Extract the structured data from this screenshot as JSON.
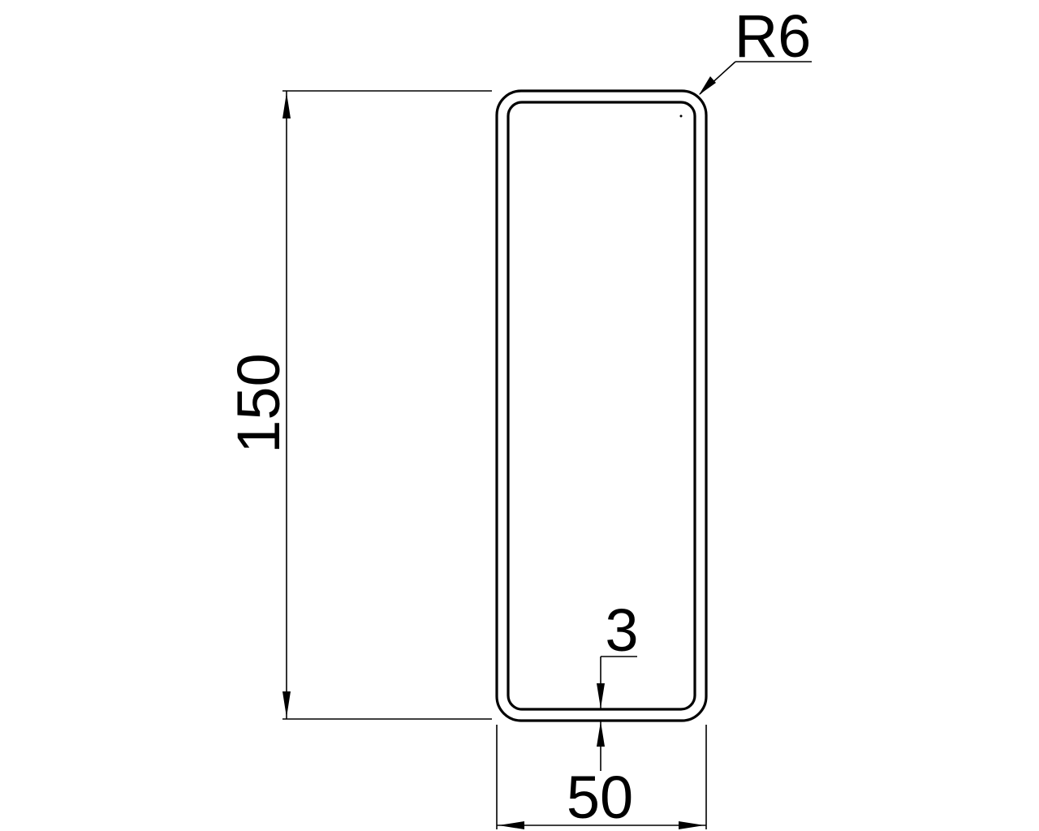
{
  "drawing": {
    "type": "rectangular hollow section profile",
    "dimensions": {
      "height": "150",
      "width": "50",
      "wall_thickness": "3",
      "corner_radius": "R6"
    },
    "colors": {
      "background": "#ffffff",
      "line": "#000000"
    }
  }
}
